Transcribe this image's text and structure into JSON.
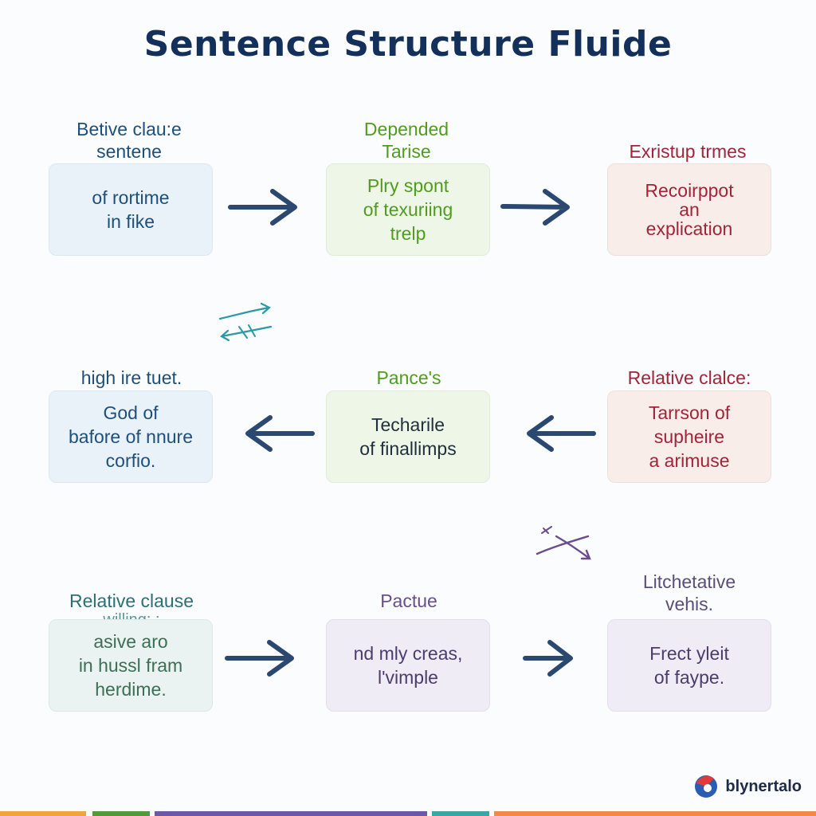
{
  "title": "Sentence Structure Fluide",
  "rows": [
    {
      "cards": [
        {
          "label": [
            "Betive clau:e",
            "sentene"
          ],
          "text": [
            "of rortime",
            "in fike"
          ]
        },
        {
          "label": [
            "Depended",
            "Tarise"
          ],
          "text": [
            "Plry spont",
            "of texuriing",
            "trelp"
          ]
        },
        {
          "label": [
            "Exristup trmes"
          ],
          "text": [
            "Recoirppot",
            "an",
            "explication"
          ]
        }
      ]
    },
    {
      "cards": [
        {
          "label": [
            "high ire tuet."
          ],
          "text": [
            "God of",
            "bafore of nnure",
            "corfio."
          ]
        },
        {
          "label": [
            "Pance's"
          ],
          "text": [
            "Techarile",
            "of finallimps"
          ]
        },
        {
          "label": [
            "Relative clalce:"
          ],
          "text": [
            "Tarrson of",
            "supheire",
            "a arimuse"
          ]
        }
      ]
    },
    {
      "cards": [
        {
          "label": [
            "Relative clause",
            "willing: :"
          ],
          "text": [
            "asive aro",
            "in hussl fram",
            "herdime."
          ]
        },
        {
          "label": [
            "Pactue"
          ],
          "text": [
            "nd mly creas,",
            "l'vimple"
          ]
        },
        {
          "label": [
            "Litchetative",
            "vehis."
          ],
          "text": [
            "Frect yleit",
            "of faype."
          ]
        }
      ]
    }
  ],
  "brand": {
    "name": "blynertalo"
  },
  "colors": {
    "title": "#13305a",
    "arrow": "#2a4870",
    "blue_text": "#1e4f7a",
    "green_text": "#4f9c1e",
    "red_text": "#a2243a",
    "teal_text": "#2c6f74",
    "purple_text": "#6a4d8c"
  }
}
